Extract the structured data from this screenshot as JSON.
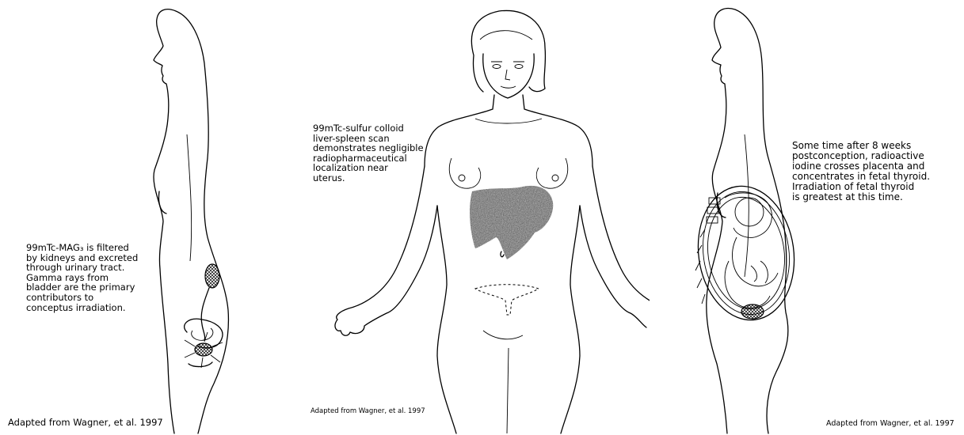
{
  "panels": {
    "left": {
      "caption": "99mTc-MAG₃ is filtered\nby kidneys and excreted\nthrough urinary tract.\nGamma rays from\nbladder are the primary\ncontributors to\nconceptus irradiation.",
      "credit": "Adapted from Wagner, et al. 1997"
    },
    "center": {
      "caption": "99mTc-sulfur colloid\nliver-spleen scan\ndemonstrates negligible\nradiopharmaceutical\nlocalization near\nuterus.",
      "credit": "Adapted from Wagner, et al. 1997"
    },
    "right": {
      "caption": "Some time after 8 weeks\npostconception, radioactive\niodine crosses placenta and\nconcentrates in fetal thyroid.\nIrradiation of fetal thyroid\nis greatest at this time.",
      "credit": "Adapted from Wagner, et al. 1997"
    }
  },
  "colors": {
    "outline": "#000000",
    "uptake_shading": "#5a5a5a",
    "background": "#ffffff"
  }
}
